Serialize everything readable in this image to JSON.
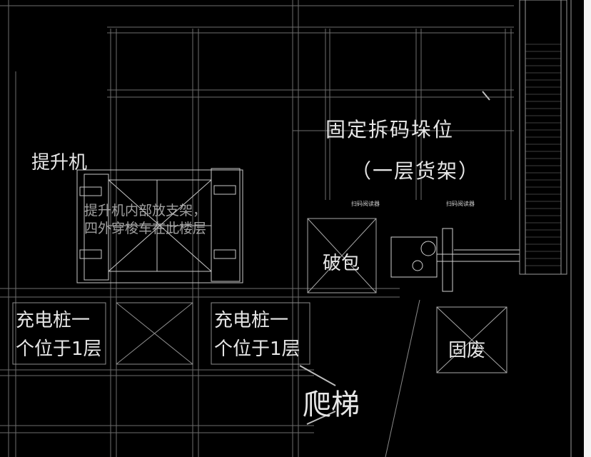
{
  "labels": {
    "hoist": "提升机",
    "hoist_note_line1": "提升机内部放支架，",
    "hoist_note_line2": "四外穿梭车在此楼层",
    "fixed_position_line1": "固定拆码垛位",
    "fixed_position_line2": "（一层货架）",
    "reader_left": "扫码阅读器",
    "reader_right": "扫码阅读器",
    "bag_breaking": "破包",
    "solid_waste": "固废",
    "charger_left_line1": "充电桩一",
    "charger_left_line2": "个位于1层",
    "charger_right_line1": "充电桩一",
    "charger_right_line2": "个位于1层",
    "ladder": "爬梯"
  },
  "colors": {
    "background": "#000000",
    "line": "#8a8a8a",
    "text": "#e6e6e6"
  }
}
